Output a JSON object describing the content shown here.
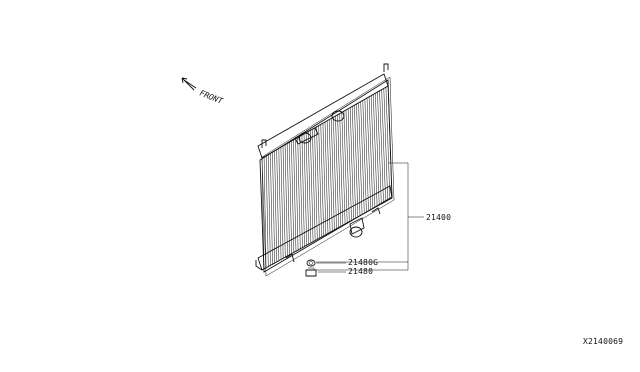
{
  "direction": {
    "text": "FRONT",
    "icon": "arrow-icon"
  },
  "callouts": [
    {
      "part_no": "21400"
    },
    {
      "part_no": "21480G"
    },
    {
      "part_no": "21480"
    }
  ],
  "diagram_id": "X2140069"
}
